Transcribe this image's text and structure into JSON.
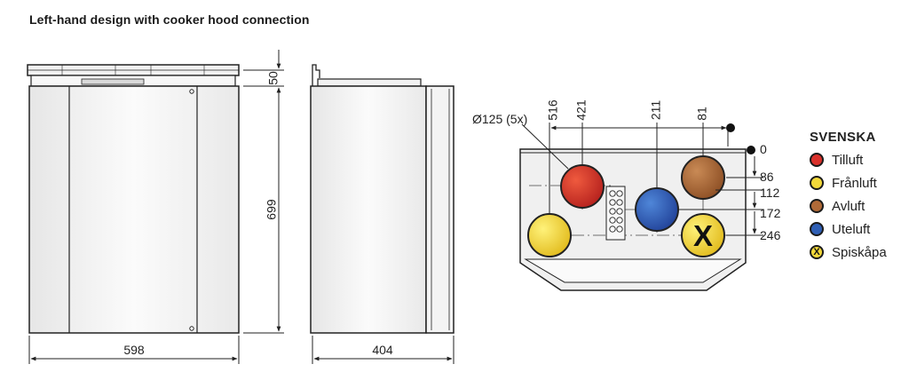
{
  "title": "Left-hand design with cooker hood connection",
  "front_view": {
    "width_label": "598",
    "height_label": "699",
    "top_label": "50"
  },
  "side_view": {
    "depth_label": "404"
  },
  "top_view": {
    "diameter_label": "Ø125 (5x)",
    "x_dims": [
      "516",
      "421",
      "211",
      "81"
    ],
    "y_dims": [
      "0",
      "86",
      "112",
      "172",
      "246"
    ],
    "spout_mark": "X"
  },
  "legend": {
    "title": "SVENSKA",
    "items": [
      {
        "label": "Tilluft",
        "color": "#d9312b",
        "icon": "supply-air-dot-icon"
      },
      {
        "label": "Frånluft",
        "color": "#f2d83a",
        "icon": "extract-air-dot-icon"
      },
      {
        "label": "Avluft",
        "color": "#b06a38",
        "icon": "exhaust-air-dot-icon"
      },
      {
        "label": "Uteluft",
        "color": "#2f5fb5",
        "icon": "outdoor-air-dot-icon"
      },
      {
        "label": "Spiskåpa",
        "color": "#f2d83a",
        "icon": "cooker-hood-dot-icon",
        "mark": "X"
      }
    ]
  }
}
